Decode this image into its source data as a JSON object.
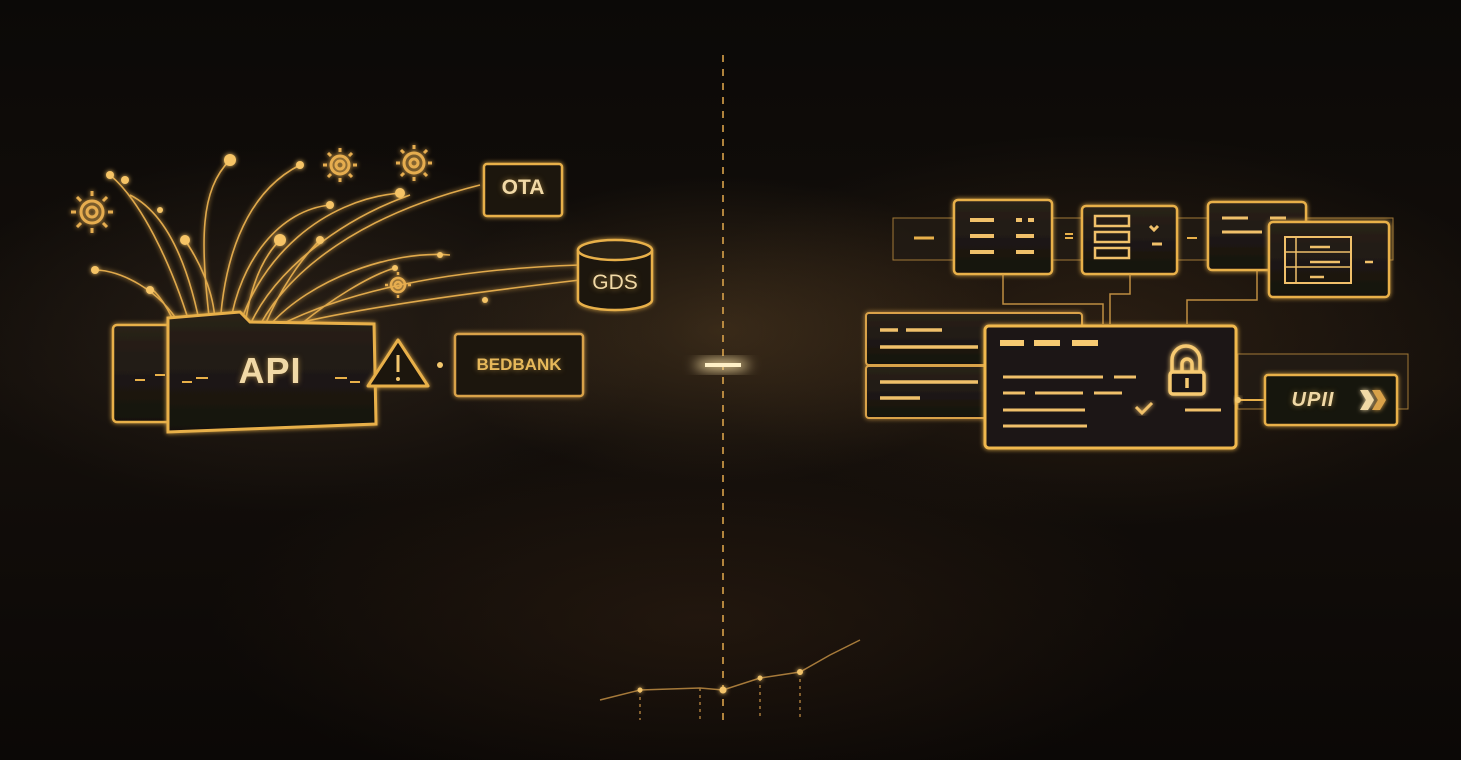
{
  "left_cluster": {
    "api_label": "API",
    "ota_label": "OTA",
    "gds_label": "GDS",
    "bedbank_label": "BEDBANK"
  },
  "right_cluster": {
    "payment_label": "UPII"
  },
  "icons": {
    "warning": "warning-triangle-icon",
    "database": "database-cylinder-icon",
    "gears": "gear-icon",
    "lock": "padlock-icon",
    "check": "checkmark-icon"
  },
  "colors": {
    "accent": "#e8b04a",
    "glow": "#ffd27a",
    "background": "#0b0907",
    "panel": "#1c1712"
  }
}
